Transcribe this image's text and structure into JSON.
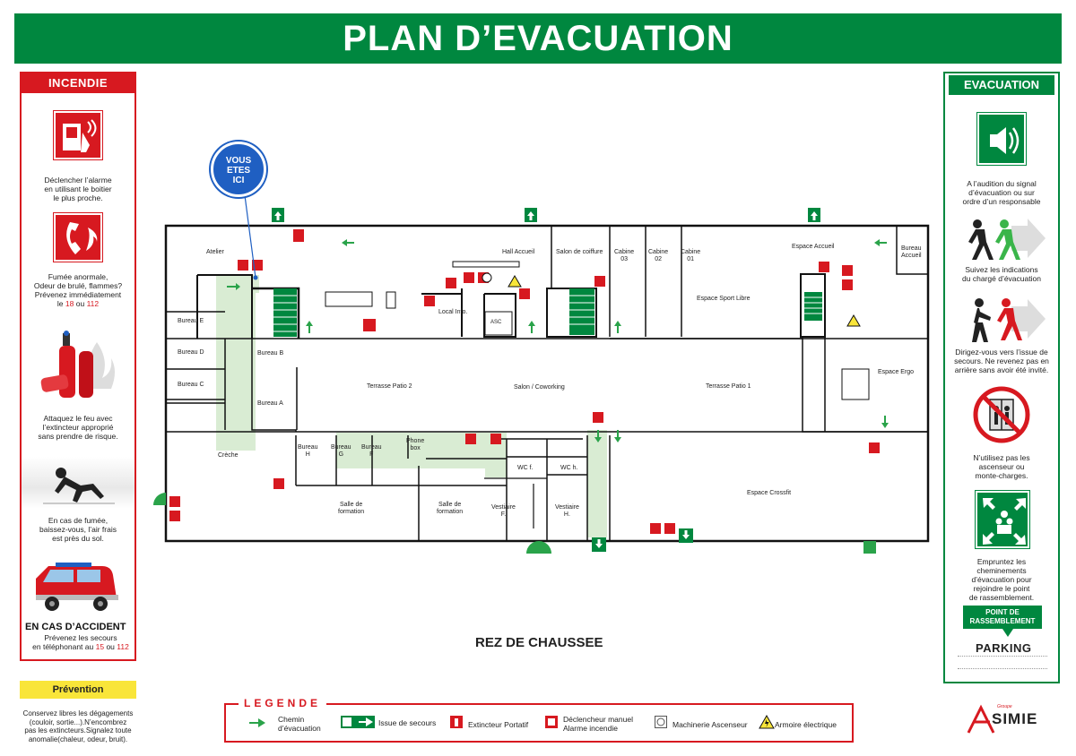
{
  "header": {
    "title": "PLAN D’EVACUATION"
  },
  "left_panel": {
    "title": "INCENDIE",
    "items": [
      {
        "icon": "fire-alarm-button-icon",
        "text_lines": [
          "Déclencher l’alarme",
          "en utilisant le boitier",
          "le plus proche."
        ]
      },
      {
        "icon": "fire-phone-icon",
        "text_lines": [
          "Fumée anormale,",
          "Odeur de brulé, flammes?",
          "Prévenez immédiatement"
        ],
        "phone_prefix": "le",
        "phone_a": "18",
        "phone_join": "ou",
        "phone_b": "112"
      },
      {
        "icon": "fire-extinguisher-icon",
        "text_lines": [
          "Attaquez le feu avec",
          "l’extincteur approprié",
          "sans prendre de risque."
        ]
      },
      {
        "icon": "crawling-person-icon",
        "text_lines": [
          "En cas de fumée,",
          "baissez-vous, l’air frais",
          "est près du sol."
        ]
      },
      {
        "icon": "fire-truck-icon",
        "text_lines": []
      }
    ],
    "accident": {
      "title": "EN CAS D’ACCIDENT",
      "line1": "Prévenez les secours",
      "line2_prefix": "en téléphonant au",
      "num_a": "15",
      "join": "ou",
      "num_b": "112"
    }
  },
  "prevention": {
    "title": "Prévention",
    "text_lines": [
      "Conservez libres les dégagements",
      "(couloir, sortie...).N’encombrez",
      "pas les extincteurs.Signalez toute",
      "anomalie(chaleur, odeur, bruit)."
    ]
  },
  "right_panel": {
    "title": "EVACUATION",
    "items": [
      {
        "icon": "speaker-signal-icon",
        "text_lines": [
          "A l’audition du signal",
          "d’évacuation ou sur",
          "ordre d’un responsable"
        ]
      },
      {
        "icon": "follow-guide-icon",
        "text_lines": [
          "Suivez les indications",
          "du chargé d’évacuation"
        ]
      },
      {
        "icon": "go-to-exit-icon",
        "text_lines": [
          "Dirigez-vous vers l’issue de",
          "secours. Ne revenez pas en",
          "arrière sans avoir été invité."
        ]
      },
      {
        "icon": "no-elevator-icon",
        "text_lines": [
          "N’utilisez pas les",
          "ascenseur ou",
          "monte-charges."
        ]
      },
      {
        "icon": "assembly-point-icon",
        "text_lines": [
          "Empruntez les",
          "cheminements",
          "d’évacuation pour",
          "rejoindre le point",
          "de rassemblement."
        ]
      }
    ],
    "assembly_badge": [
      "POINT DE",
      "RASSEMBLEMENT"
    ],
    "assembly_name": "PARKING"
  },
  "plan": {
    "level": "REZ DE CHAUSSEE",
    "you_are_here": [
      "VOUS",
      "ETES",
      "ICI"
    ],
    "rooms": {
      "atelier": "Atelier",
      "hall_accueil": "Hall Accueil",
      "salon_coiffure": "Salon de coiffure",
      "cabine_03": [
        "Cabine",
        "03"
      ],
      "cabine_02": [
        "Cabine",
        "02"
      ],
      "cabine_01": [
        "Cabine",
        "01"
      ],
      "espace_accueil": "Espace Accueil",
      "bureau_accueil": [
        "Bureau",
        "Accueil"
      ],
      "local_info": "Local Info.",
      "espace_sport": "Espace Sport Libre",
      "bureau_e": "Bureau E",
      "bureau_d": "Bureau D",
      "bureau_c": "Bureau C",
      "bureau_b": "Bureau B",
      "bureau_a": "Bureau A",
      "terrasse_patio_2": "Terrasse Patio 2",
      "salon_coworking": "Salon / Coworking",
      "terrasse_patio_1": "Terrasse Patio 1",
      "espace_ergo": "Espace Ergo",
      "creche": "Crèche",
      "bureau_h": [
        "Bureau",
        "H"
      ],
      "bureau_g": [
        "Bureau",
        "G"
      ],
      "bureau_f": [
        "Bureau",
        "F"
      ],
      "phone_box": [
        "Phone",
        "box"
      ],
      "wc_f": "WC f.",
      "wc_h": "WC h.",
      "salle_formation_1": [
        "Salle de",
        "formation"
      ],
      "salle_formation_2": [
        "Salle de",
        "formation"
      ],
      "vestiaire_f": [
        "Vestiaire",
        "F."
      ],
      "vestiaire_h": [
        "Vestiaire",
        "H."
      ],
      "espace_crossfit": "Espace Crossfit",
      "asc": "ASC"
    }
  },
  "legend": {
    "title": "LEGENDE",
    "items": [
      {
        "icon": "green-arrow-icon",
        "label_lines": [
          "Chemin",
          "d’évacuation"
        ]
      },
      {
        "icon": "emergency-exit-icon",
        "label_lines": [
          "Issue de secours"
        ]
      },
      {
        "icon": "extinguisher-icon",
        "label_lines": [
          "Extincteur Portatif"
        ]
      },
      {
        "icon": "manual-alarm-icon",
        "label_lines": [
          "Déclencheur manuel",
          "Alarme incendie"
        ]
      },
      {
        "icon": "elevator-machinery-icon",
        "label_lines": [
          "Machinerie Ascenseur"
        ]
      },
      {
        "icon": "electric-warning-icon",
        "label_lines": [
          "Armoire électrique"
        ]
      }
    ]
  },
  "logo": {
    "group": "Groupe",
    "name": "SIMIE"
  },
  "colors": {
    "green": "#00873f",
    "red": "#d71920",
    "blue": "#1f5fc2",
    "yellow": "#f9e539",
    "path": "#d9ecd3"
  }
}
